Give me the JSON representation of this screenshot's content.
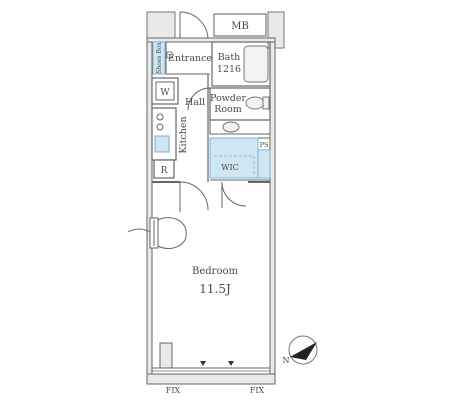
{
  "rooms": {
    "mb": "MB",
    "shoes_box": "Shoes Box",
    "entrance": "Entrance",
    "bath": "Bath",
    "bath_size": "1216",
    "washer": "W",
    "powder_room_line1": "Powder",
    "powder_room_line2": "Room",
    "hall": "Hall",
    "kitchen": "Kitchen",
    "ps": "PS",
    "wic": "WIC",
    "refrigerator": "R",
    "bedroom": "Bedroom",
    "bedroom_size": "11.5J"
  },
  "fixtures": {
    "fix_left": "FIX",
    "fix_right": "FIX"
  },
  "compass": {
    "north": "N"
  },
  "colors": {
    "wall": "#6b6b6b",
    "wall_fill": "#e9e9e9",
    "line": "#555555",
    "blue_fill": "#cfe6f3",
    "blue_stroke": "#7fb4d6",
    "text": "#4a4a4a"
  }
}
